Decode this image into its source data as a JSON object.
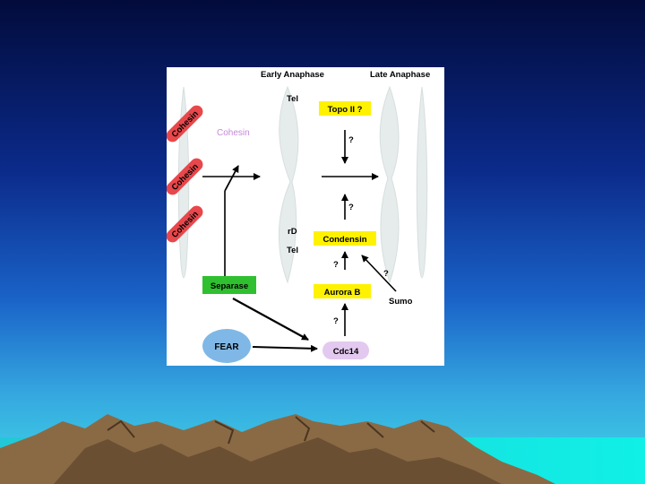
{
  "diagram": {
    "headers": {
      "early": "Early Anaphase",
      "late": "Late Anaphase"
    },
    "cohesin_bars": [
      "Cohesin",
      "Cohesin",
      "Cohesin"
    ],
    "cohesin_label": "Cohesin",
    "tel_top": "Tel",
    "rd": "rD",
    "tel_bottom": "Tel",
    "topo": "Topo II ?",
    "condensin": "Condensin",
    "aurora": "Aurora B",
    "sumo": "Sumo",
    "separase": "Separase",
    "fear": "FEAR",
    "cdc14": "Cdc14",
    "q": "?"
  },
  "colors": {
    "yellow_box": "#fff200",
    "green_box": "#2fc02f",
    "fear_fill": "#7fb8e6",
    "cdc14_fill": "#e3c9ef",
    "cohesin_bar": "#e8474b",
    "cohesin_text": "#c48ad8"
  }
}
